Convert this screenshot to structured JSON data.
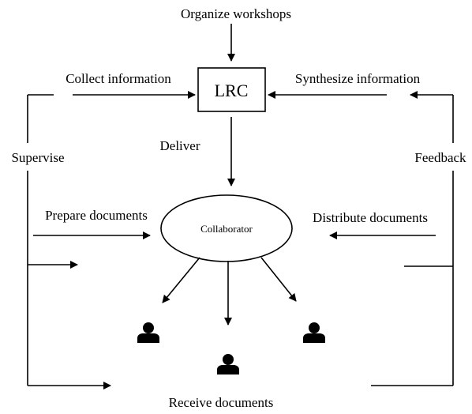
{
  "nodes": {
    "center_box": "LRC",
    "ellipse": "Collaborator"
  },
  "labels": {
    "organize": "Organize workshops",
    "collect": "Collect information",
    "synthesize": "Synthesize information",
    "deliver": "Deliver",
    "supervise": "Supervise",
    "feedback": "Feedback",
    "prepare": "Prepare documents",
    "distribute": "Distribute documents",
    "receive": "Receive documents"
  },
  "icons": {
    "recipient": "person-icon"
  },
  "colors": {
    "stroke": "#000000",
    "background": "#ffffff"
  }
}
